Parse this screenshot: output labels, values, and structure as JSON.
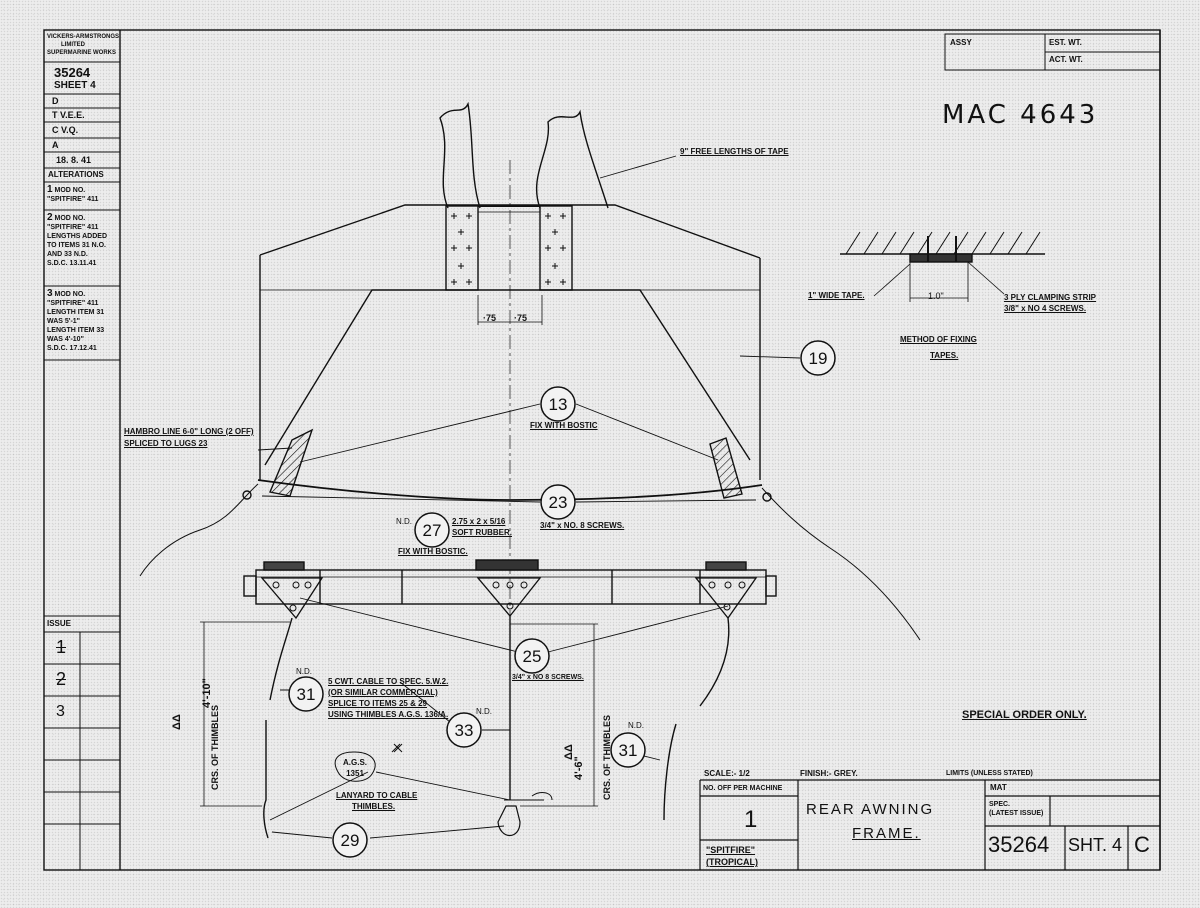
{
  "left_block": {
    "company": [
      "VICKERS-ARMSTRONGS",
      "LIMITED",
      "SUPERMARINE WORKS"
    ],
    "drawing_no": "35264",
    "sheet": "SHEET 4",
    "rows": [
      "D",
      "T V.E.E.",
      "C V.Q.",
      "A",
      "18. 8. 41"
    ],
    "alterations_title": "ALTERATIONS",
    "alterations": [
      {
        "n": "1",
        "lines": [
          "MOD NO.",
          "\"SPITFIRE\" 411"
        ]
      },
      {
        "n": "2",
        "lines": [
          "MOD NO.",
          "\"SPITFIRE\" 411",
          "LENGTHS ADDED",
          "TO ITEMS 31 N.O.",
          "AND 33 N.D.",
          "S.D.C. 13.11.41"
        ]
      },
      {
        "n": "3",
        "lines": [
          "MOD NO.",
          "\"SPITFIRE\" 411",
          "LENGTH ITEM 31",
          "WAS 5'-1\"",
          "LENGTH ITEM 33",
          "WAS 4'-10\"",
          "S.D.C. 17.12.41"
        ]
      }
    ],
    "issue_title": "ISSUE",
    "issues": [
      "1",
      "2",
      "3"
    ]
  },
  "top_right_box": {
    "assy": "ASSY",
    "est_wt": "EST. WT.",
    "act_wt": "ACT. WT."
  },
  "handwritten_ref": "MAC 4643",
  "callouts": {
    "free_lengths": "9\" FREE LENGTHS OF TAPE",
    "hambro": [
      "HAMBRO LINE 6-0\" LONG (2 OFF)",
      "SPLICED TO LUGS 23"
    ],
    "fix_bostic_13": "FIX WITH BOSTIC",
    "screws_23": "3/4\" x NO. 8 SCREWS.",
    "item27_nd": "N.D.",
    "item27_spec": [
      "2.75 x 2 x 5/16",
      "SOFT RUBBER."
    ],
    "fix_bostic_27": "FIX WITH BOSTIC.",
    "screws_25": "3/4\" x NO 8 SCREWS.",
    "item31_nd": "N.D.",
    "cable_spec": [
      "5 CWT. CABLE TO SPEC. 5.W.2.",
      "(OR SIMILAR COMMERCIAL)",
      "SPLICE TO ITEMS 25 & 29",
      "USING THIMBLES A.G.S. 136/A."
    ],
    "item33_nd": "N.D.",
    "ags": [
      "A.G.S.",
      "1351"
    ],
    "lanyard": [
      "LANYARD TO CABLE",
      "THIMBLES."
    ],
    "item31b_nd": "N.D.",
    "dim_75a": "75",
    "dim_75b": "75",
    "dim_410": "4'-10\"",
    "dim_410_label": "CRS. OF THIMBLES",
    "dim_46": "4'-6\"",
    "dim_46_label": "CRS. OF THIMBLES",
    "triangles": "ΔΔ",
    "special_order": "SPECIAL ORDER ONLY."
  },
  "detail": {
    "wide_tape": "1\" WIDE TAPE.",
    "dim": "1.0\"",
    "clamping": [
      "3 PLY CLAMPING STRIP",
      "3/8\" x NO 4 SCREWS."
    ],
    "method": [
      "METHOD OF FIXING",
      "TAPES."
    ]
  },
  "balloons": [
    "13",
    "19",
    "23",
    "27",
    "25",
    "31",
    "33",
    "29",
    "31"
  ],
  "title_block": {
    "scale": "SCALE:- 1/2",
    "finish": "FINISH:- GREY.",
    "limits": "LIMITS (UNLESS STATED)",
    "no_off": "NO. OFF PER MACHINE",
    "qty": "1",
    "machine": [
      "\"SPITFIRE\"",
      "(TROPICAL)"
    ],
    "title": [
      "REAR AWNING",
      "FRAME."
    ],
    "mat": "MAT",
    "spec": [
      "SPEC.",
      "(LATEST ISSUE)"
    ],
    "drawing_no": "35264",
    "sheet": "SHT. 4",
    "issue": "C"
  }
}
